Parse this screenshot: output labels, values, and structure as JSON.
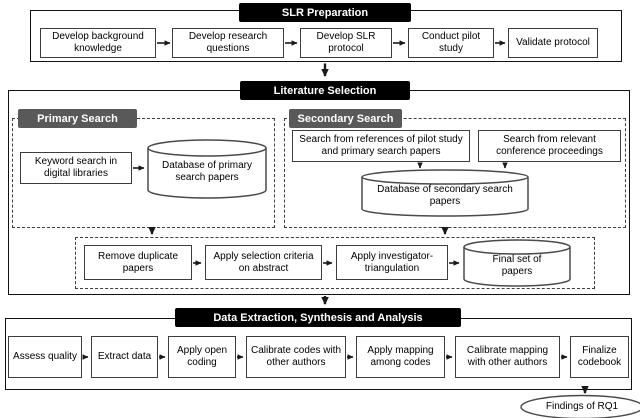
{
  "colors": {
    "header_bg": "#000000",
    "subheader_bg": "#595959",
    "box_border": "#3d3d3d",
    "arrow": "#1a1a1a"
  },
  "preparation": {
    "title": "SLR Preparation",
    "steps": [
      "Develop background knowledge",
      "Develop research questions",
      "Develop SLR protocol",
      "Conduct pilot study",
      "Validate protocol"
    ]
  },
  "literature": {
    "title": "Literature Selection",
    "primary": {
      "title": "Primary Search",
      "search": "Keyword search in digital libraries",
      "database": "Database of primary search papers"
    },
    "secondary": {
      "title": "Secondary Search",
      "from_pilot": "Search from references of pilot study and primary search papers",
      "from_conferences": "Search from relevant conference proceedings",
      "database": "Database of secondary search papers"
    },
    "filtering": {
      "steps": [
        "Remove duplicate papers",
        "Apply selection criteria on abstract",
        "Apply investigator-triangulation"
      ],
      "final_set": "Final set of papers"
    }
  },
  "extraction": {
    "title": "Data Extraction, Synthesis and Analysis",
    "steps": [
      "Assess quality",
      "Extract data",
      "Apply open coding",
      "Calibrate codes with other authors",
      "Apply mapping among codes",
      "Calibrate mapping with other authors",
      "Finalize codebook"
    ]
  },
  "output": {
    "findings": "Findings of RQ1"
  }
}
